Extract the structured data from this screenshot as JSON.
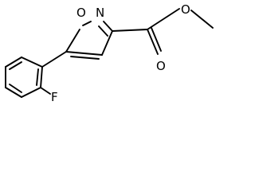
{
  "molecule": {
    "atoms": {
      "ring_oxygen": "O",
      "ring_nitrogen": "N",
      "carbonyl_oxygen": "O",
      "ester_oxygen": "O",
      "fluorine": "F"
    }
  }
}
